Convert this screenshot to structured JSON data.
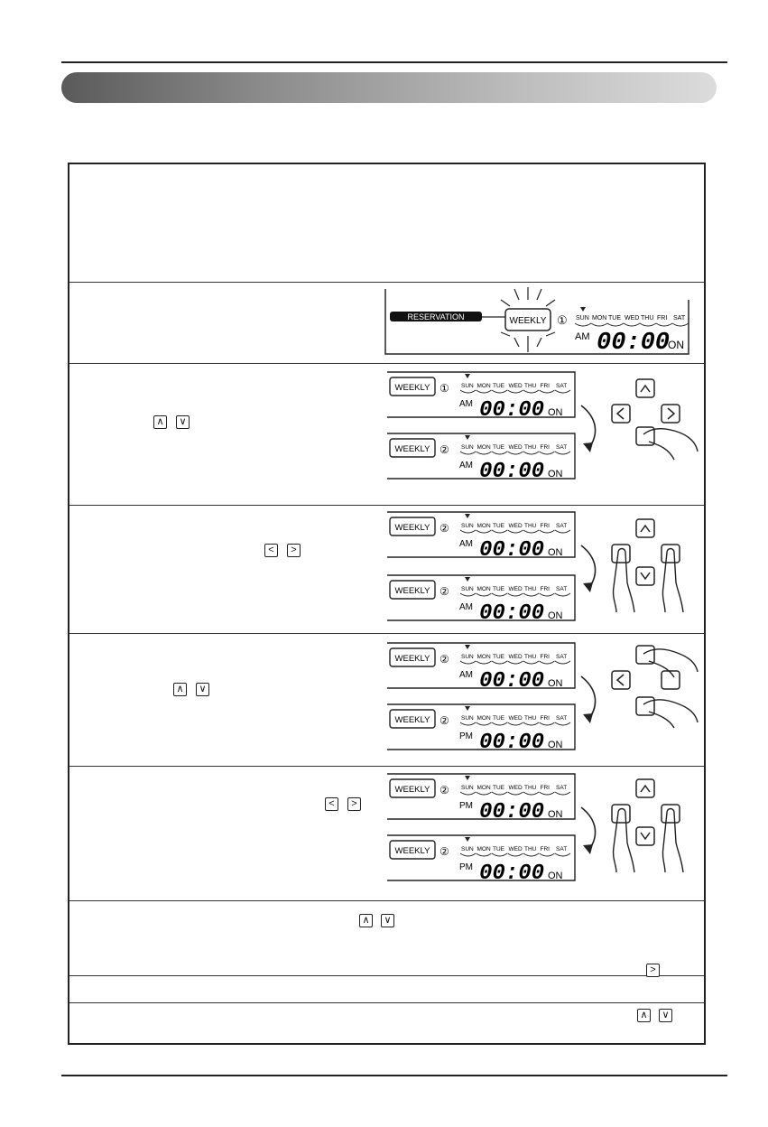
{
  "lcd": {
    "reservation": "RESERVATION",
    "weekly": "WEEKLY",
    "days": [
      "SUN",
      "MON",
      "TUE",
      "WED",
      "THU",
      "FRI",
      "SAT"
    ],
    "am": "AM",
    "pm": "PM",
    "time": "00:00",
    "on": "ON",
    "circle1": "①",
    "circle2": "②"
  },
  "icons": {
    "up": "∧",
    "down": "∨",
    "left": "<",
    "right": ">"
  },
  "colors": {
    "banner_dark": "#5a5a5a",
    "banner_light": "#dcdcdc",
    "reservation_bar": "#111111"
  }
}
